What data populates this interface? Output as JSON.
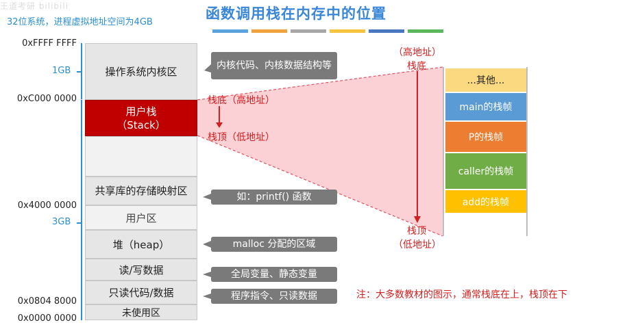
{
  "header": {
    "watermark": "王道考研 bilibili",
    "subtitle": "32位系统，进程虚拟地址空间为4GB",
    "title": "函数调用栈在内存中的位置",
    "title_bar_colors": [
      "#5ba3dd",
      "#f0a33c",
      "#a7a7a7",
      "#f5c33d",
      "#4a78c0",
      "#5cb85c"
    ]
  },
  "addresses": {
    "a1": "0xFFFF FFFF",
    "a2": "0xC000 0000",
    "a3": "0x4000 0000",
    "a4": "0x0804 8000",
    "a5": "0x0000 0000"
  },
  "sizes": {
    "kernel": "1GB",
    "user": "3GB"
  },
  "regions": {
    "kernel": "操作系统内核区",
    "stack_line1": "用户栈",
    "stack_line2": "（Stack）",
    "shared": "共享库的存储映射区",
    "user_area": "用户区",
    "heap": "堆（heap）",
    "rw_data": "读/写数据",
    "ro_data": "只读代码/数据",
    "unused": "未使用区"
  },
  "callouts": {
    "kernel": "内核代码、内核数据结构等",
    "shared": "如：printf() 函数",
    "heap": "malloc 分配的区域",
    "rw": "全局变量、静态变量",
    "ro": "程序指令、只读数据"
  },
  "stack_labels": {
    "bottom": "栈底（高地址）",
    "top": "栈顶（低地址）",
    "high_addr": "（高地址）",
    "right_bottom": "栈底",
    "right_top": "栈顶",
    "low_addr": "（低地址）"
  },
  "frames": [
    {
      "label": "...其他...",
      "color": "#fbd980"
    },
    {
      "label": "main的栈帧",
      "color": "#5a9bd5"
    },
    {
      "label": "P的栈帧",
      "color": "#ed7d31"
    },
    {
      "label": "caller的栈帧",
      "color": "#70ad47"
    },
    {
      "label": "add的栈帧",
      "color": "#ffc000"
    }
  ],
  "note": "注：大多数教材的图示，通常栈底在上，栈顶在下"
}
